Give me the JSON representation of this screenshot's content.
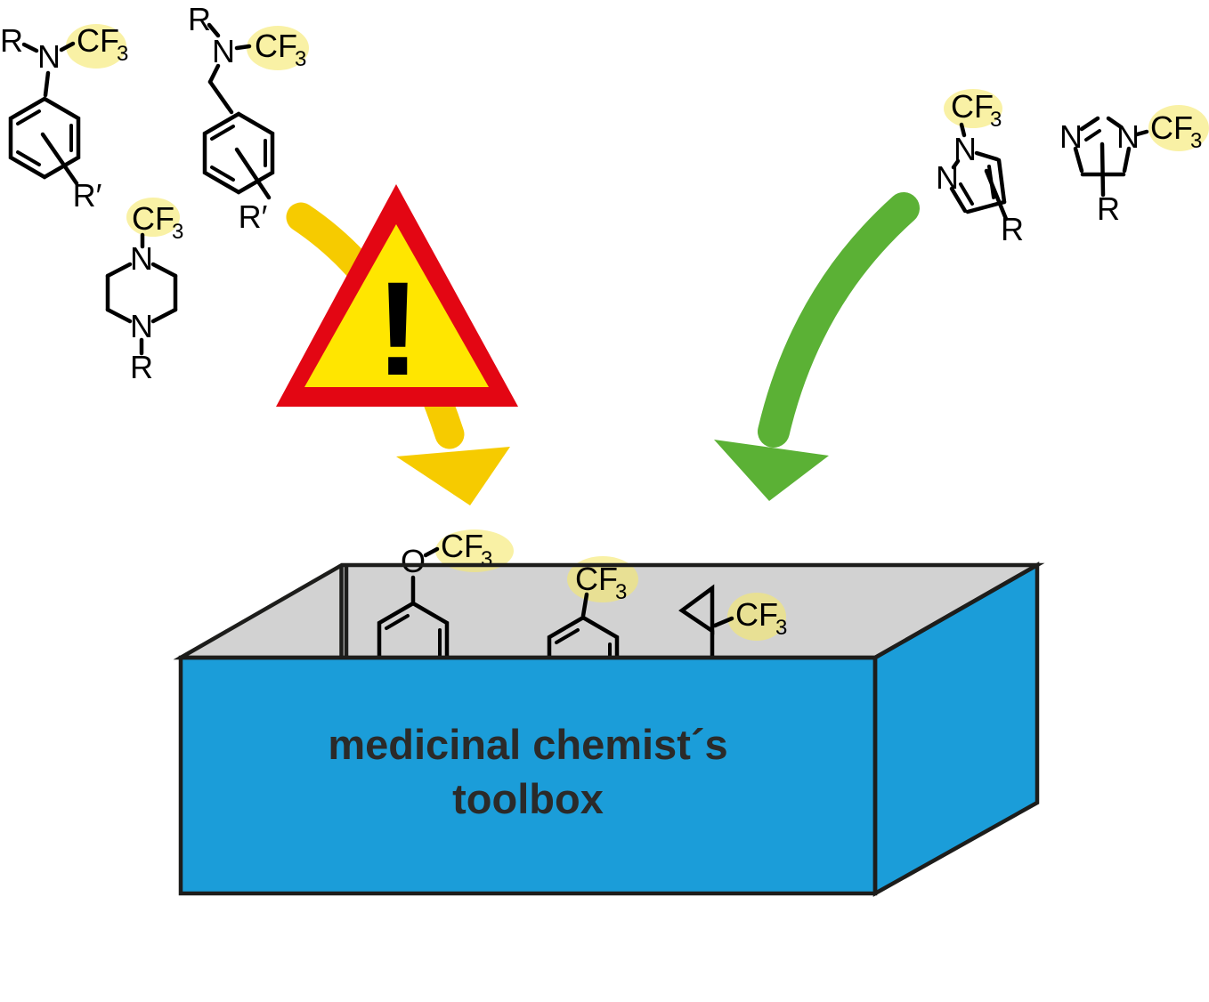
{
  "atoms": {
    "cf": "CF",
    "sub3": "3",
    "n": "N",
    "o": "O",
    "r": "R",
    "r_prime": "R′"
  },
  "warning": {
    "exclamation": "!"
  },
  "toolbox": {
    "title_line1": "medicinal chemist´s",
    "title_line2": "toolbox"
  },
  "colors": {
    "box_blue": "#1B9DD9",
    "box_top_gray": "#D2D2D2",
    "outline_black": "#1D1D1B",
    "warning_red": "#E30613",
    "warning_yellow": "#FFE600",
    "arrow_yellow": "#F6CB00",
    "arrow_green": "#5BB135",
    "cf3_highlight": "#F5E96E",
    "title_text": "#2B2A29"
  }
}
